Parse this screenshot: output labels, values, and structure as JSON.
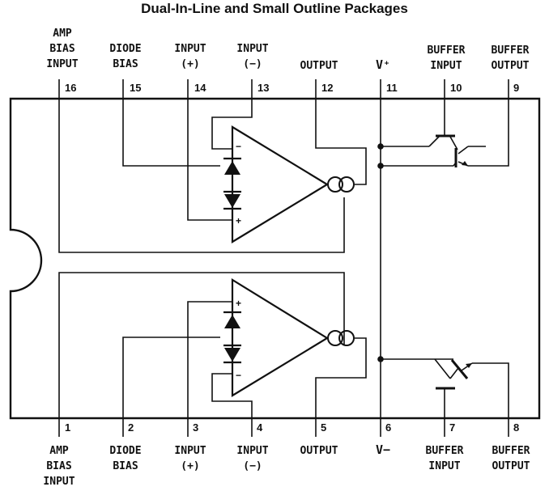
{
  "title": "Dual-In-Line and Small Outline Packages",
  "top_pins": [
    {
      "num": "16",
      "label": [
        "AMP",
        "BIAS",
        "INPUT"
      ]
    },
    {
      "num": "15",
      "label": [
        "DIODE",
        "BIAS"
      ]
    },
    {
      "num": "14",
      "label": [
        "INPUT",
        "(+)"
      ]
    },
    {
      "num": "13",
      "label": [
        "INPUT",
        "(−)"
      ]
    },
    {
      "num": "12",
      "label": [
        "OUTPUT"
      ]
    },
    {
      "num": "11",
      "label": [
        "V⁺"
      ]
    },
    {
      "num": "10",
      "label": [
        "BUFFER",
        "INPUT"
      ]
    },
    {
      "num": "9",
      "label": [
        "BUFFER",
        "OUTPUT"
      ]
    }
  ],
  "bottom_pins": [
    {
      "num": "1",
      "label": [
        "AMP",
        "BIAS",
        "INPUT"
      ]
    },
    {
      "num": "2",
      "label": [
        "DIODE",
        "BIAS"
      ]
    },
    {
      "num": "3",
      "label": [
        "INPUT",
        "(+)"
      ]
    },
    {
      "num": "4",
      "label": [
        "INPUT",
        "(−)"
      ]
    },
    {
      "num": "5",
      "label": [
        "OUTPUT"
      ]
    },
    {
      "num": "6",
      "label": [
        "V−"
      ]
    },
    {
      "num": "7",
      "label": [
        "BUFFER",
        "INPUT"
      ]
    },
    {
      "num": "8",
      "label": [
        "BUFFER",
        "OUTPUT"
      ]
    }
  ],
  "signs": {
    "minus": "−",
    "plus": "+"
  }
}
